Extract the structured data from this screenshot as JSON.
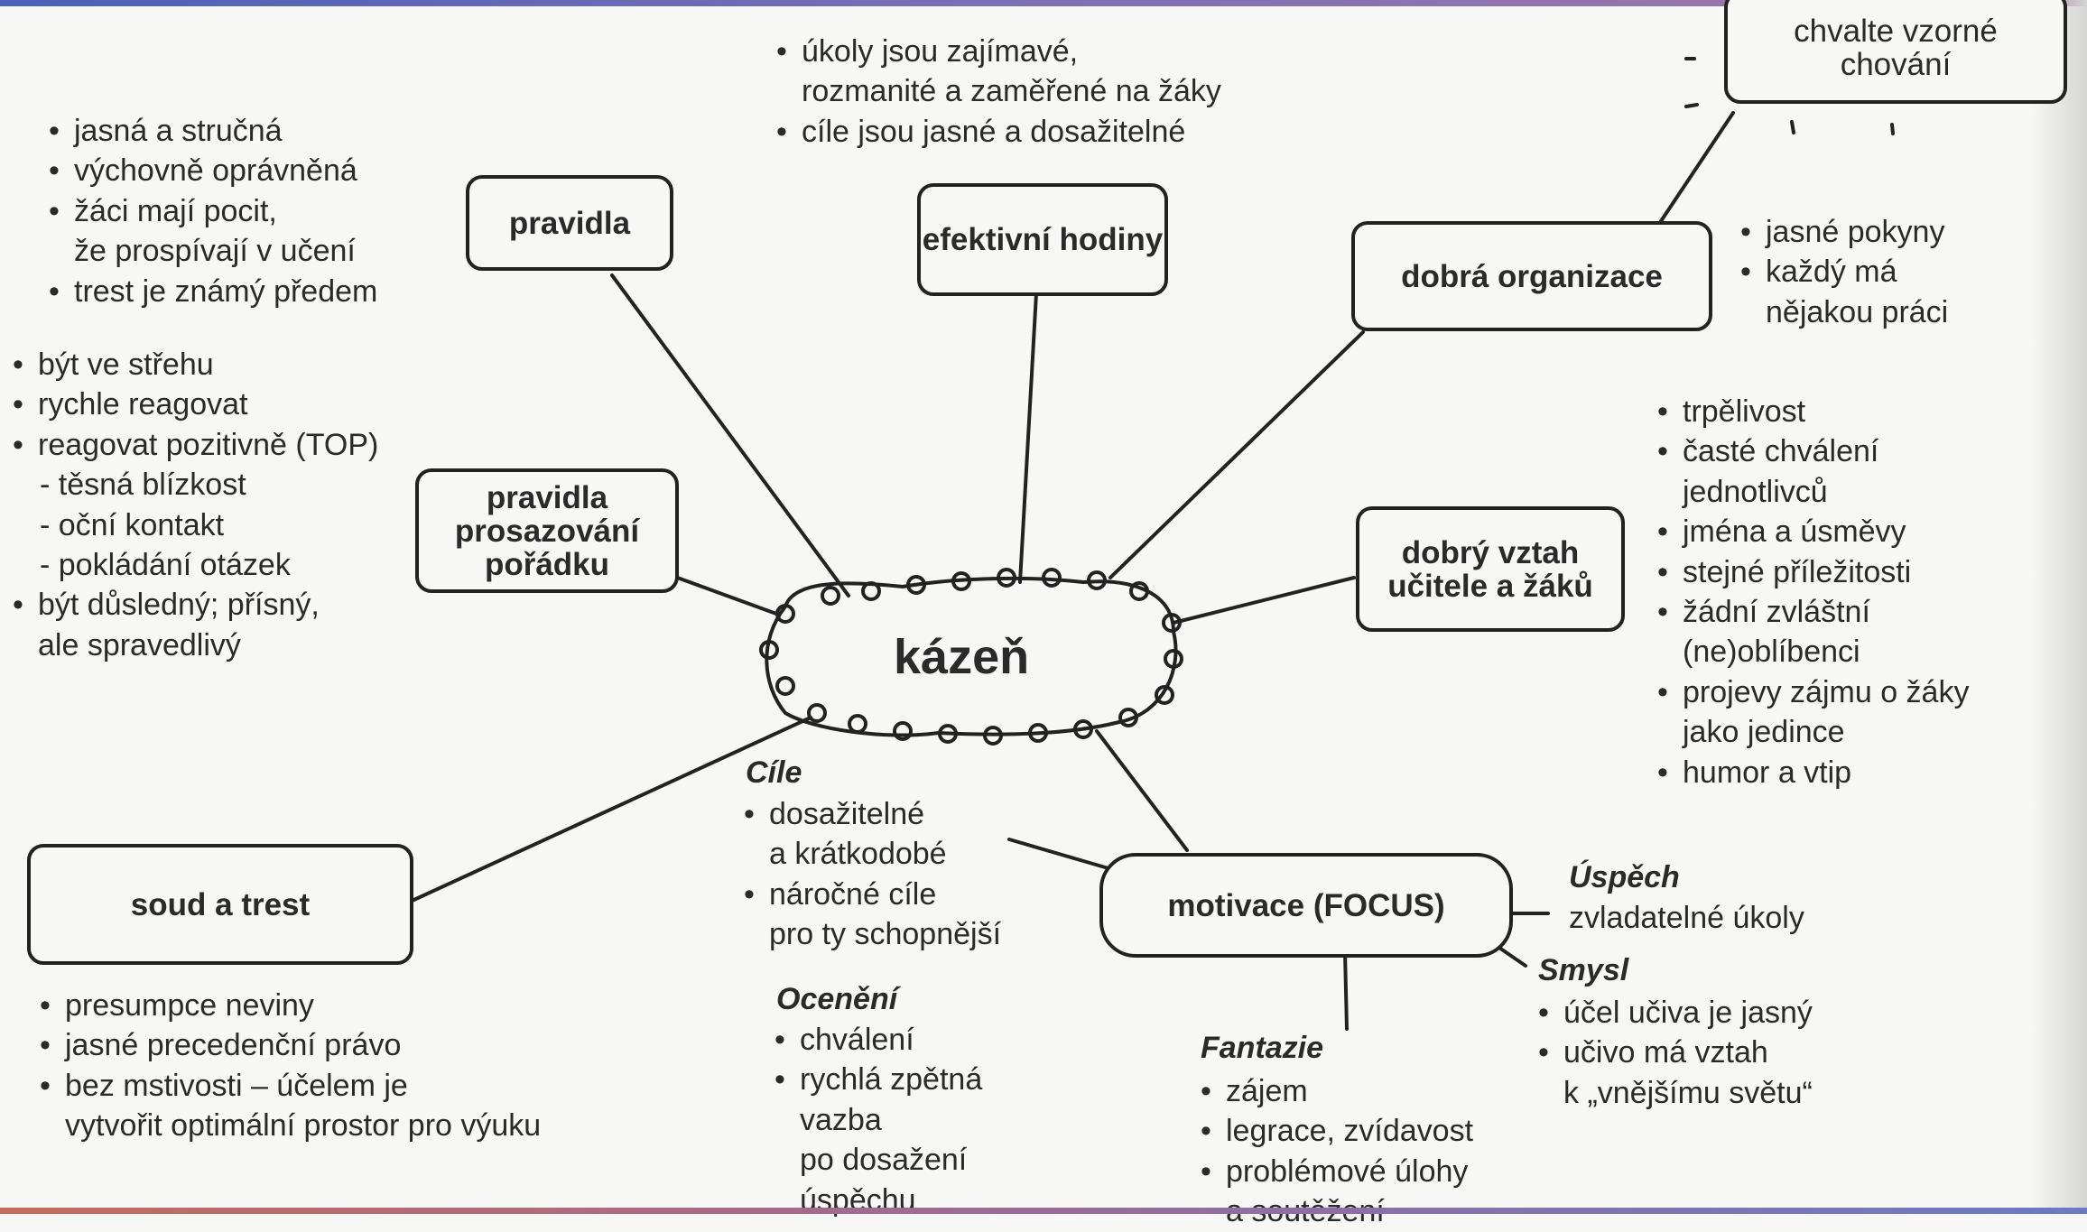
{
  "center": "kázeň",
  "nodes": {
    "pravidla": "pravidla",
    "efektivni": "efektivní hodiny",
    "organizace": "dobrá organizace",
    "vzorne": "chvalte vzorné chování",
    "poradku": "pravidla prosazování pořádku",
    "vztah": "dobrý vztah učitele a žáků",
    "soud": "soud a trest",
    "motivace": "motivace (FOCUS)"
  },
  "pravidla_list": [
    "jasná a stručná",
    "výchovně oprávněná",
    "žáci mají pocit,",
    "že prospívají v učení",
    "trest je známý předem"
  ],
  "hodiny_list": [
    "úkoly jsou zajímavé,",
    "rozmanité a zaměřené na žáky",
    "cíle jsou jasné a dosažitelné"
  ],
  "organizace_list": [
    "jasné pokyny",
    "každý má",
    "nějakou práci"
  ],
  "poradek_list": [
    "být ve střehu",
    "rychle reagovat",
    "reagovat pozitivně (TOP)",
    "- těsná blízkost",
    "- oční kontakt",
    "- pokládání otázek",
    "být důsledný; přísný,",
    "ale spravedlivý"
  ],
  "vztah_list": [
    "trpělivost",
    "časté chválení",
    "jednotlivců",
    "jména a úsměvy",
    "stejné příležitosti",
    "žádní zvláštní",
    "(ne)oblíbenci",
    "projevy zájmu o žáky",
    "jako jedince",
    "humor a vtip"
  ],
  "soud_list": [
    "presumpce neviny",
    "jasné precedenční právo",
    "bez mstivosti – účelem je",
    "vytvořit optimální prostor pro výuku"
  ],
  "focus": {
    "cile_head": "Cíle",
    "cile_list": [
      "dosažitelné",
      "a krátkodobé",
      "náročné cíle",
      "pro ty schopnější"
    ],
    "oceneni_head": "Ocenění",
    "oceneni_list": [
      "chválení",
      "rychlá zpětná",
      "vazba",
      "po dosažení",
      "úspěchu"
    ],
    "fantazie_head": "Fantazie",
    "fantazie_list": [
      "zájem",
      "legrace, zvídavost",
      "problémové úlohy",
      "a soutěžení"
    ],
    "uspech_head": "Úspěch",
    "uspech_text": "zvladatelné úkoly",
    "smysl_head": "Smysl",
    "smysl_list": [
      "účel učiva je jasný",
      "učivo má vztah",
      "k „vnějšímu světu“"
    ]
  },
  "colors": {
    "ink": "#222222",
    "paper": "#f7f7f5",
    "top_bar": "#6a6fb8",
    "bottom_bar": "#b06a7a"
  }
}
